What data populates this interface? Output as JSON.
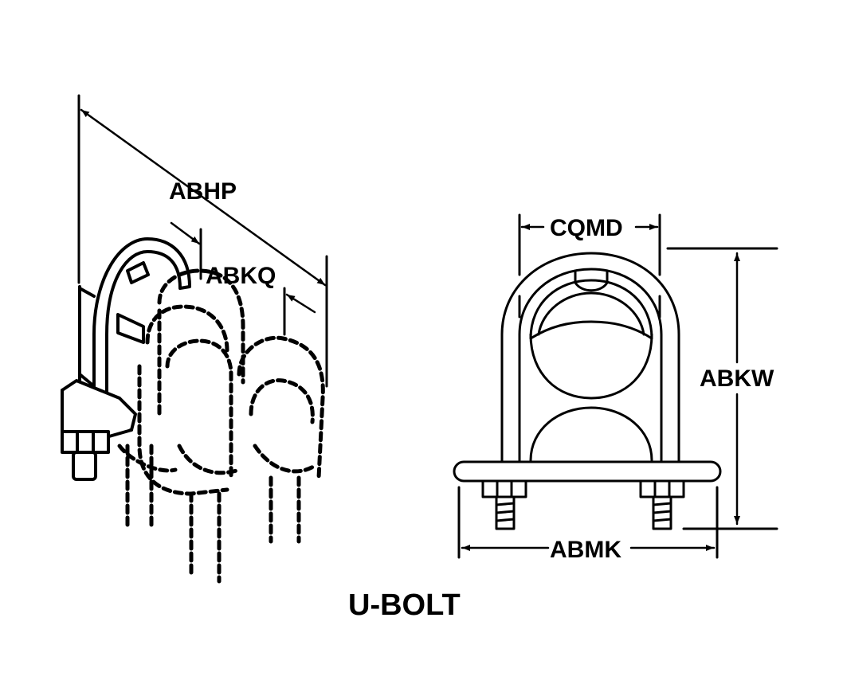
{
  "title": "U-BOLT",
  "dimensions": {
    "abhp": "ABHP",
    "abkq": "ABKQ",
    "cqmd": "CQMD",
    "abkw": "ABKW",
    "abmk": "ABMK"
  },
  "colors": {
    "ink": "#000000",
    "paper": "#ffffff"
  }
}
